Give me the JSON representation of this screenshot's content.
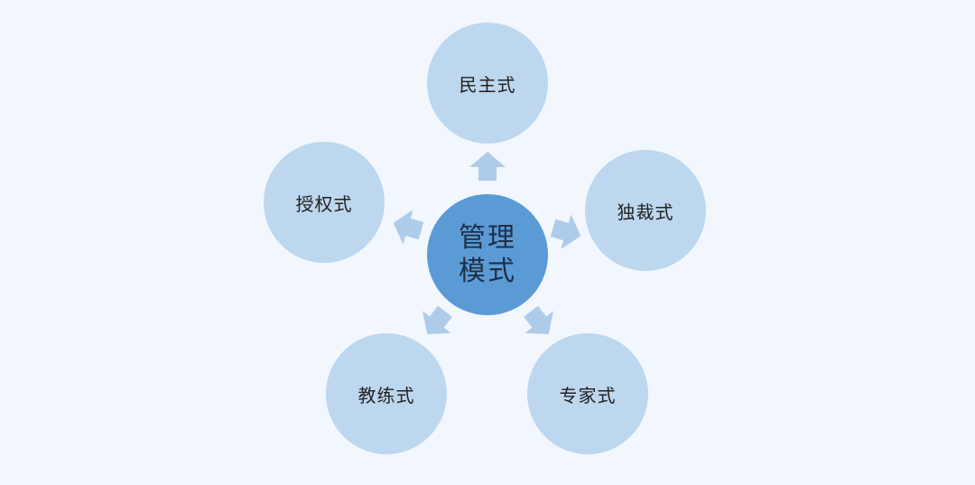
{
  "center": {
    "label": "管理模式"
  },
  "nodes": [
    {
      "id": "top",
      "label": "民主式"
    },
    {
      "id": "right",
      "label": "独裁式"
    },
    {
      "id": "bottom-right",
      "label": "专家式"
    },
    {
      "id": "bottom-left",
      "label": "教练式"
    },
    {
      "id": "left",
      "label": "授权式"
    }
  ],
  "colors": {
    "background": "#f1f7fd",
    "center_fill": "#5b9bd5",
    "outer_fill": "#bdd7ee",
    "arrow_fill": "#aecbe9"
  }
}
